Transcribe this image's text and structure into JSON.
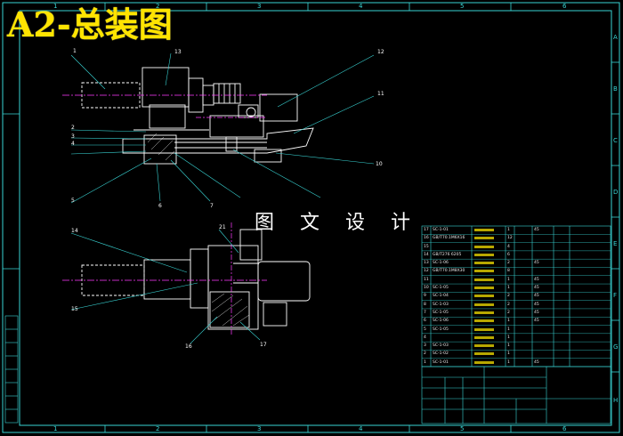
{
  "title": "A2-总装图",
  "watermark": "图 文 设 计",
  "colors": {
    "background": "#000000",
    "frame": "#39d5d5",
    "drawing": "#ffffff",
    "title_text": "#ffe400",
    "centerline": "#ff3cff",
    "leader": "#39d5d5",
    "bom_yellow": "#f2e600"
  },
  "zones": {
    "top": [
      "1",
      "2",
      "3",
      "4",
      "5",
      "6"
    ],
    "bottom": [
      "1",
      "2",
      "3",
      "4",
      "5",
      "6"
    ],
    "right": [
      "A",
      "B",
      "C",
      "D",
      "E",
      "F",
      "G",
      "H"
    ]
  },
  "callouts": [
    "1",
    "2",
    "3",
    "4",
    "5",
    "6",
    "7",
    "10",
    "11",
    "12",
    "13",
    "14",
    "15",
    "16",
    "17",
    "21"
  ],
  "bom_rows": [
    {
      "no": "17",
      "code": "SC-1-01",
      "qty": "1",
      "mat": "45"
    },
    {
      "no": "16",
      "code": "GB/T70.1M6X16",
      "qty": "12",
      "mat": ""
    },
    {
      "no": "15",
      "code": "",
      "qty": "4",
      "mat": ""
    },
    {
      "no": "14",
      "code": "GB/T276 6205",
      "qty": "6",
      "mat": ""
    },
    {
      "no": "13",
      "code": "SC-1-06",
      "qty": "2",
      "mat": "45"
    },
    {
      "no": "12",
      "code": "GB/T70.1M8X30",
      "qty": "8",
      "mat": ""
    },
    {
      "no": "11",
      "code": "",
      "qty": "1",
      "mat": "45"
    },
    {
      "no": "10",
      "code": "SC-1-05",
      "qty": "1",
      "mat": "45"
    },
    {
      "no": "9",
      "code": "SC-1-04",
      "qty": "2",
      "mat": "45"
    },
    {
      "no": "8",
      "code": "SC-1-03",
      "qty": "2",
      "mat": "45"
    },
    {
      "no": "7",
      "code": "SC-1-05",
      "qty": "2",
      "mat": "45"
    },
    {
      "no": "6",
      "code": "SC-1-06",
      "qty": "1",
      "mat": "45"
    },
    {
      "no": "5",
      "code": "SC-1-05",
      "qty": "1",
      "mat": ""
    },
    {
      "no": "4",
      "code": "",
      "qty": "1",
      "mat": ""
    },
    {
      "no": "3",
      "code": "SC-1-03",
      "qty": "1",
      "mat": ""
    },
    {
      "no": "2",
      "code": "SC-1-02",
      "qty": "1",
      "mat": ""
    },
    {
      "no": "1",
      "code": "SC-1-01",
      "qty": "1",
      "mat": "45"
    }
  ]
}
